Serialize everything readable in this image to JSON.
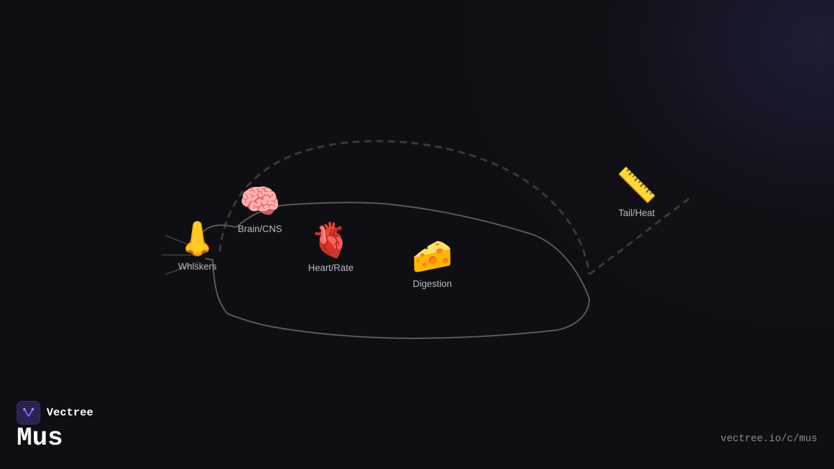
{
  "organs": {
    "whiskers": {
      "label": "Whiskers",
      "icon": "nose-icon",
      "glyph": "👃"
    },
    "brain": {
      "label": "Brain/CNS",
      "icon": "brain-icon",
      "glyph": "🧠"
    },
    "heart": {
      "label": "Heart/Rate",
      "icon": "anatomical-heart-icon",
      "glyph": "🫀"
    },
    "digestion": {
      "label": "Digestion",
      "icon": "cheese-icon",
      "glyph": "🧀"
    },
    "tail": {
      "label": "Tail/Heat",
      "icon": "ruler-icon",
      "glyph": "📏"
    }
  },
  "brand": {
    "name": "Vectree",
    "logo": "vectree-logo-icon",
    "accent": "#8b5cf6"
  },
  "title": "Mus",
  "url": "vectree.io/c/mus",
  "colors": {
    "background": "#0f0f13",
    "outline": "#5a5a5f",
    "dashed": "#3a3a3e"
  }
}
